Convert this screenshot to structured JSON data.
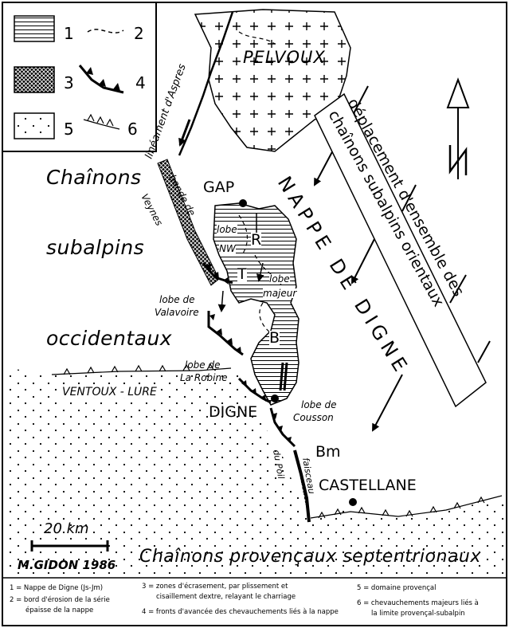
{
  "legend_box": {
    "numbers": [
      "1",
      "2",
      "3",
      "4",
      "5",
      "6"
    ]
  },
  "labels": {
    "pelvoux": "PELVOUX",
    "gap": "GAP",
    "digne": "DIGNE",
    "castellane": "CASTELLANE",
    "bm": "Bm",
    "r": "R",
    "t": "T",
    "b": "B",
    "chainons": "Chaînons",
    "subalpins": "subalpins",
    "occidentaux": "occidentaux",
    "ventoux_lure": "VENTOUX - LURE",
    "provencaux": "Chaînons  provençaux  septentrionaux",
    "lineament": "linéament d'Aspres",
    "bande_de": "bande de",
    "veynes": "Veynes",
    "lobe_nw_1": "lobe",
    "lobe_nw_2": "NW",
    "lobe_majeur_1": "lobe",
    "lobe_majeur_2": "majeur",
    "lobe_valavoire_1": "lobe de",
    "lobe_valavoire_2": "Valavoire",
    "lobe_robine_1": "lobe de",
    "lobe_robine_2": "La Robine",
    "lobe_cousson_1": "lobe de",
    "lobe_cousson_2": "Cousson",
    "faisceau_1": "faisceau",
    "faisceau_2": "du Poil",
    "nappe": "NAPPE DE DIGNE",
    "deplacement_1": "déplacement d'ensemble des",
    "deplacement_2": "chaînons subalpins orientaux",
    "north": "N"
  },
  "scale": {
    "label": "20 km"
  },
  "credit": "M.GIDON 1986",
  "captions": {
    "c1": "1 = Nappe de Digne (Js-Jm)",
    "c2a": "2 = bord d'érosion de la série",
    "c2b": "épaisse de la nappe",
    "c3a": "3 = zones d'écrasement, par plissement et",
    "c3b": "cisaillement dextre, relayant le charriage",
    "c4": "4 = fronts d'avancée des chevauchements liés à la nappe",
    "c5": "5 = domaine provençal",
    "c6a": "6 = chevauchements majeurs liés à",
    "c6b": "la limite provençal-subalpin"
  }
}
